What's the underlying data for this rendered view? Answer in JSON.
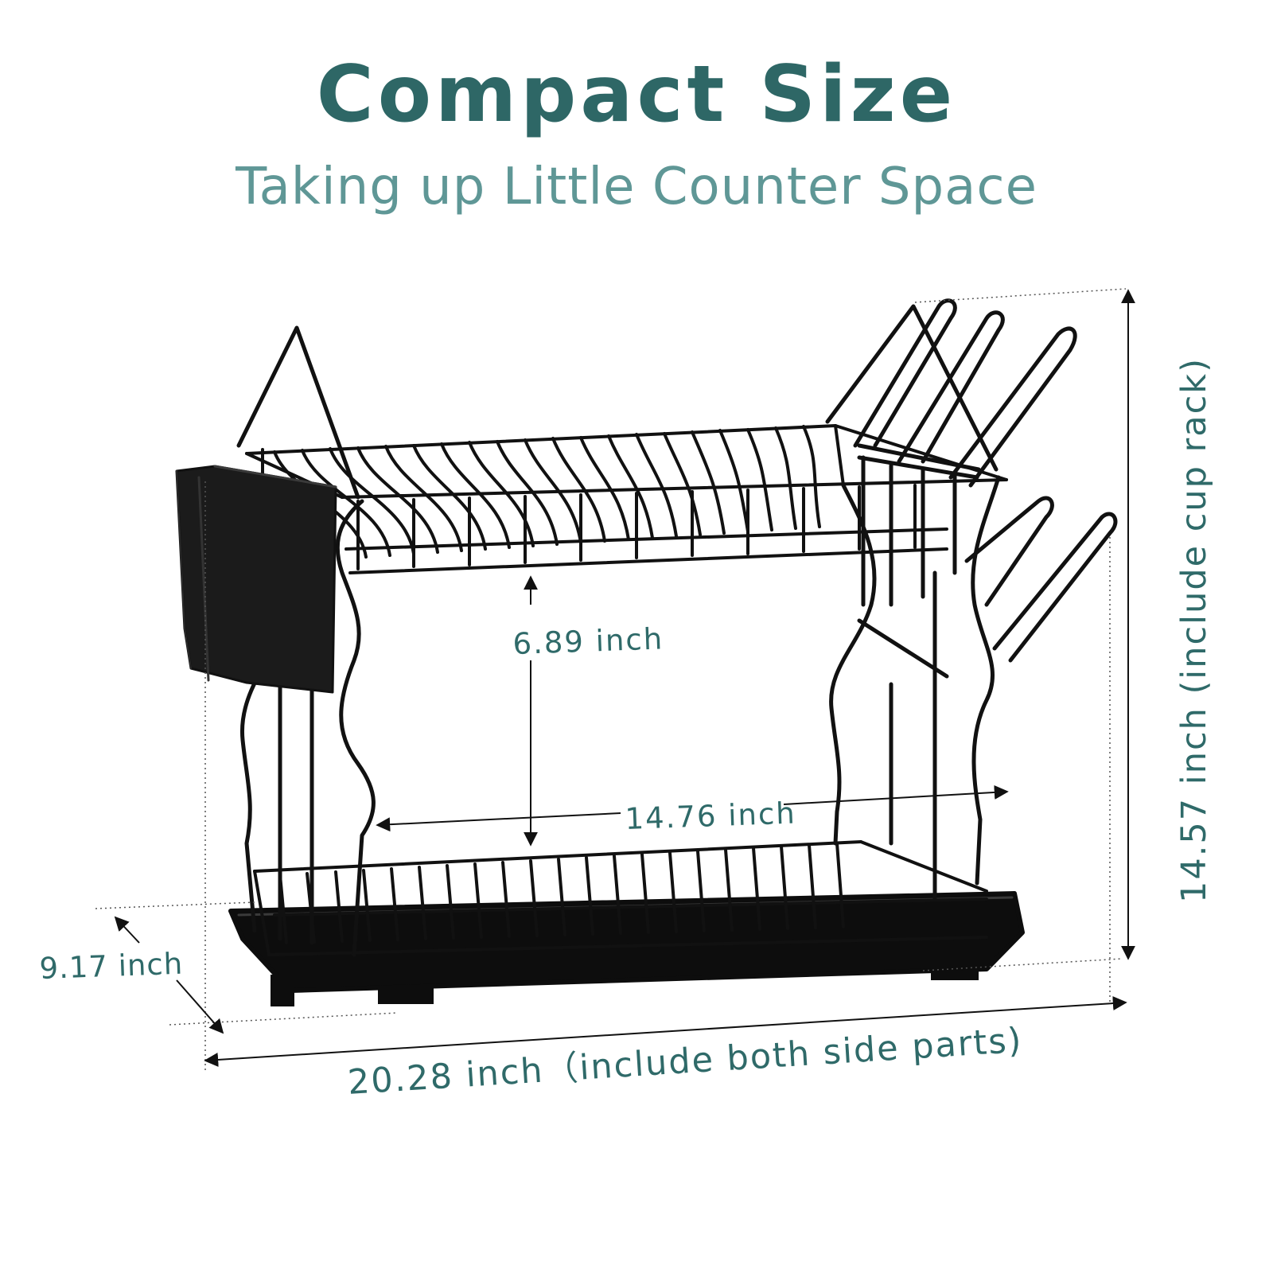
{
  "header": {
    "title": "Compact Size",
    "subtitle": "Taking up Little Counter Space"
  },
  "dimensions": {
    "tier_gap": "6.89 inch",
    "inner_width": "14.76 inch",
    "depth": "9.17 inch",
    "total_width": "20.28 inch（include both side parts)",
    "height": "14.57 inch (include cup rack)"
  },
  "colors": {
    "title": "#2e6766",
    "subtitle": "#5f9796",
    "label": "#2f6a69",
    "rack": "#111111"
  }
}
